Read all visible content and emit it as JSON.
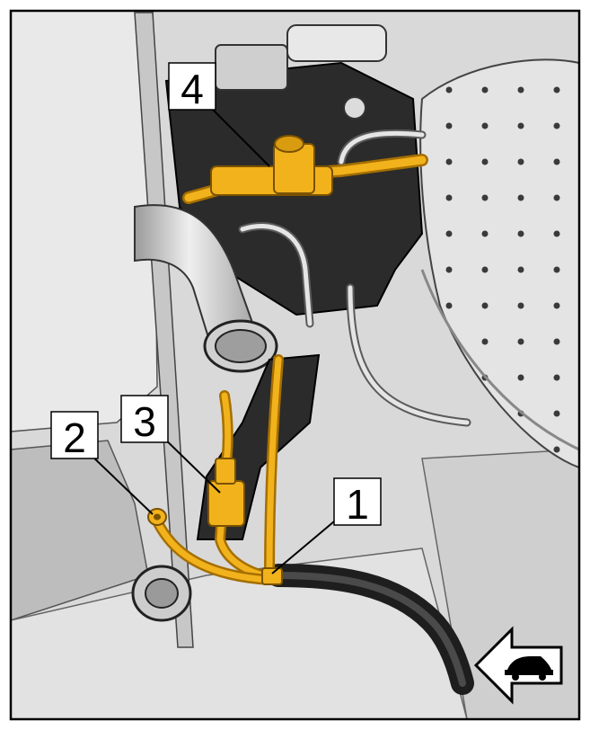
{
  "colors": {
    "background": "#d8d8d8",
    "hose": "#f2b21c",
    "hose_dark": "#a56f00",
    "metal_light": "#e6e6e6",
    "metal_mid": "#bdbdbd",
    "bracket_dark": "#2a2a2a",
    "outline": "#000000"
  },
  "callouts": [
    {
      "id": "1",
      "label": "1"
    },
    {
      "id": "2",
      "label": "2"
    },
    {
      "id": "3",
      "label": "3"
    },
    {
      "id": "4",
      "label": "4"
    }
  ],
  "direction_indicator": {
    "icon": "car-direction-arrow-left-icon"
  }
}
